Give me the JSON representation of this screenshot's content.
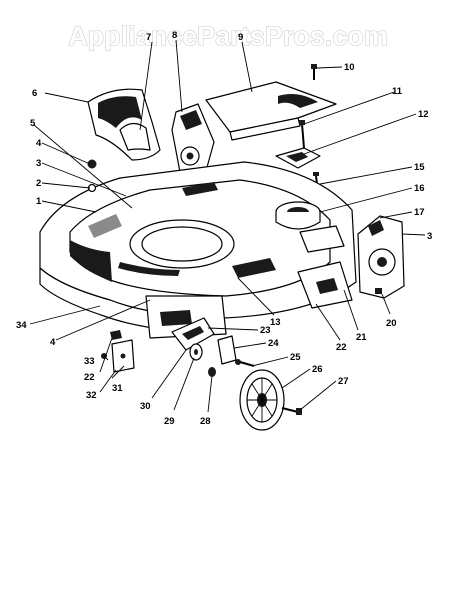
{
  "watermark": {
    "text": "AppliancePartsPros.com"
  },
  "callouts": [
    {
      "id": "c-1",
      "label": "1"
    },
    {
      "id": "c-2",
      "label": "2"
    },
    {
      "id": "c-3a",
      "label": "3"
    },
    {
      "id": "c-3b",
      "label": "3"
    },
    {
      "id": "c-4a",
      "label": "4"
    },
    {
      "id": "c-4b",
      "label": "4"
    },
    {
      "id": "c-5",
      "label": "5"
    },
    {
      "id": "c-6",
      "label": "6"
    },
    {
      "id": "c-7",
      "label": "7"
    },
    {
      "id": "c-8",
      "label": "8"
    },
    {
      "id": "c-9",
      "label": "9"
    },
    {
      "id": "c-10",
      "label": "10"
    },
    {
      "id": "c-11",
      "label": "11"
    },
    {
      "id": "c-12",
      "label": "12"
    },
    {
      "id": "c-13",
      "label": "13"
    },
    {
      "id": "c-15",
      "label": "15"
    },
    {
      "id": "c-16",
      "label": "16"
    },
    {
      "id": "c-17",
      "label": "17"
    },
    {
      "id": "c-20",
      "label": "20"
    },
    {
      "id": "c-21",
      "label": "21"
    },
    {
      "id": "c-22a",
      "label": "22"
    },
    {
      "id": "c-22b",
      "label": "22"
    },
    {
      "id": "c-23",
      "label": "23"
    },
    {
      "id": "c-24",
      "label": "24"
    },
    {
      "id": "c-25",
      "label": "25"
    },
    {
      "id": "c-26",
      "label": "26"
    },
    {
      "id": "c-27",
      "label": "27"
    },
    {
      "id": "c-28",
      "label": "28"
    },
    {
      "id": "c-29",
      "label": "29"
    },
    {
      "id": "c-30",
      "label": "30"
    },
    {
      "id": "c-31",
      "label": "31"
    },
    {
      "id": "c-32",
      "label": "32"
    },
    {
      "id": "c-33",
      "label": "33"
    },
    {
      "id": "c-34",
      "label": "34"
    }
  ]
}
